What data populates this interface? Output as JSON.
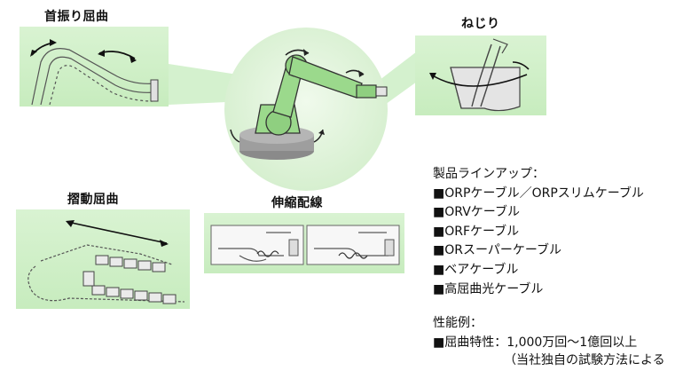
{
  "labels": {
    "neck_bend": "首振り屈曲",
    "twist": "ねじり",
    "sliding_bend": "摺動屈曲",
    "extension_wiring": "伸縮配線"
  },
  "lineup": {
    "title": "製品ラインアップ：",
    "items": [
      "■ORPケーブル／ORPスリムケーブル",
      "■ORVケーブル",
      "■ORFケーブル",
      "■ORスーパーケーブル",
      "■ベアケーブル",
      "■高屈曲光ケーブル"
    ]
  },
  "performance": {
    "title": "性能例：",
    "line1": "■屈曲特性：1,000万回～1億回以上",
    "line2": "（当社独自の試験方法による"
  },
  "colors": {
    "panel_green": "#cfeec7",
    "circle_green": "#e2f3dc",
    "robot_fill": "#9bd98c",
    "beam_green": "#c6ecbc"
  }
}
